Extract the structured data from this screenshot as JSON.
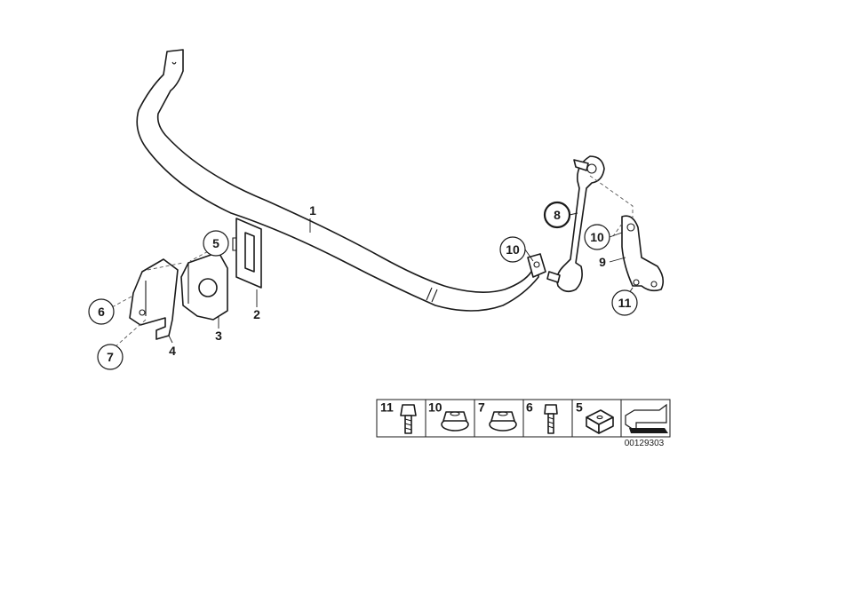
{
  "callouts": {
    "c5": "5",
    "c6": "6",
    "c7": "7",
    "c8": "8",
    "c10a": "10",
    "c10b": "10",
    "c11": "11"
  },
  "labels": {
    "l1": "1",
    "l2": "2",
    "l3": "3",
    "l4": "4",
    "l9": "9"
  },
  "highlight_color": "#cc0000",
  "hardware_table": {
    "cells": [
      "11",
      "10",
      "7",
      "6",
      "5"
    ],
    "icons": [
      "bolt-icon",
      "flange-nut-icon",
      "flange-nut-icon",
      "bolt-icon",
      "square-nut-icon"
    ],
    "doc_number": "00129303"
  }
}
